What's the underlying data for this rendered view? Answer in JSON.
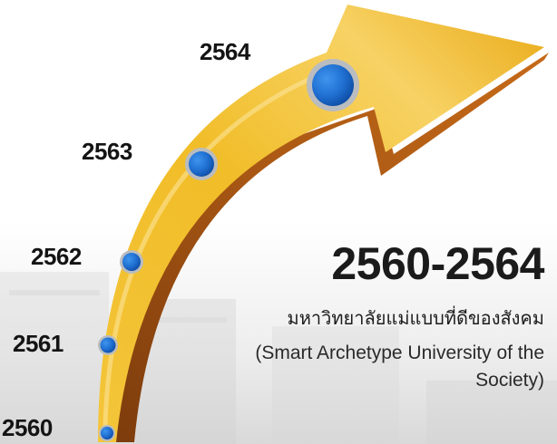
{
  "timeline": {
    "years": [
      "2560",
      "2561",
      "2562",
      "2563",
      "2564"
    ]
  },
  "heading": {
    "period": "2560-2564",
    "thai_tagline": "มหาวิทยาลัยแม่แบบที่ดีของสังคม",
    "english_tagline": "(Smart Archetype University of the Society)"
  },
  "colors": {
    "arrow_gold": "#f2c12e",
    "arrow_shadow": "#9a4e12",
    "dot_blue": "#1f6fd1",
    "dot_ring": "#b9bcc0"
  }
}
